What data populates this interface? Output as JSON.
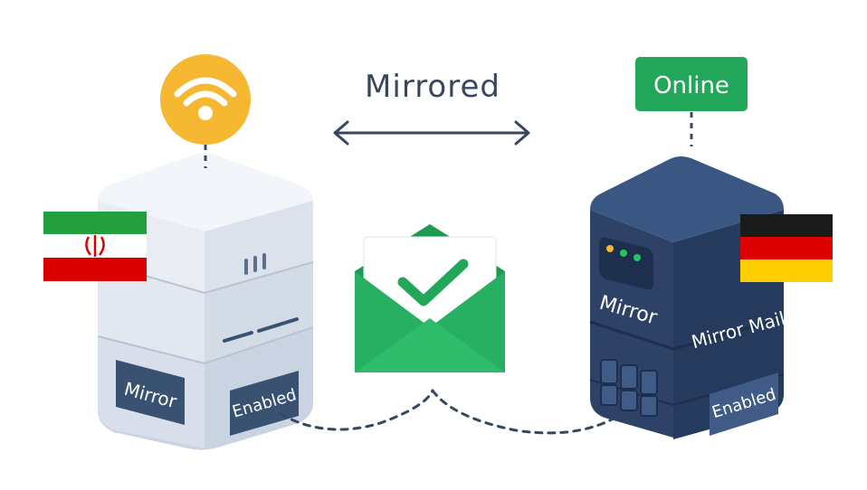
{
  "header": {
    "sync_label": "Mirrored"
  },
  "left_server": {
    "tag_left": "Mirror",
    "tag_right": "Enabled",
    "flag": "iran-flag-icon",
    "signal": "wifi-icon"
  },
  "right_server": {
    "status_label": "Online",
    "label_front_left": "Mirror",
    "label_front_right": "Mirror Mail",
    "tag_right": "Enabled",
    "flag": "germany-flag-icon"
  },
  "center": {
    "icon": "mail-check-icon"
  },
  "colors": {
    "accent_green": "#22a75a",
    "wifi_yellow": "#f6b731",
    "server_light": "#dfe5ef",
    "server_dark": "#2f4466",
    "tag_blue": "#3a5272"
  }
}
